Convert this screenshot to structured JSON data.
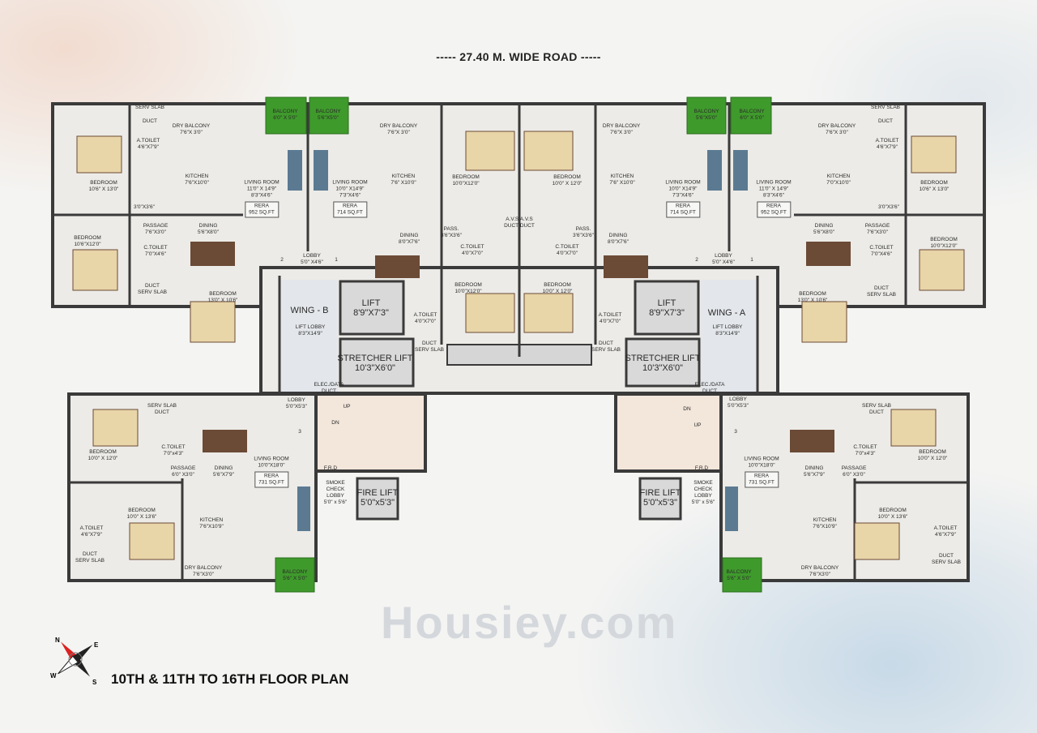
{
  "road_label": "----- 27.40 M. WIDE ROAD -----",
  "plan_title": "10TH & 11TH TO 16TH FLOOR PLAN",
  "watermark": "Housiey.com",
  "compass": {
    "n": "N",
    "e": "E",
    "s": "S",
    "w": "W"
  },
  "colors": {
    "balcony": "#3f9a2c",
    "wall": "#3a3a3a",
    "floor": "#ecebe7",
    "lift": "#d9d9d9",
    "wood": "#6b4a36",
    "bed": "#e8d5a8"
  },
  "rooms": [
    {
      "label": "SERV SLAB",
      "dim": ""
    },
    {
      "label": "DUCT",
      "dim": ""
    },
    {
      "label": "A.TOILET",
      "dim": "4'6\"X7'9\""
    },
    {
      "label": "BEDROOM",
      "dim": "10'6\" X 13'0\""
    },
    {
      "label": "DRY BALCONY",
      "dim": "7'6\"X 3'0\""
    },
    {
      "label": "KITCHEN",
      "dim": "7'6\"X10'0\""
    },
    {
      "label": "BALCONY",
      "dim": "6'0\" X 5'0\""
    },
    {
      "label": "LIVING ROOM",
      "dim": "11'0\" X 14'9\"\n8'3\"X4'6\"",
      "rera": "RERA\n952 SQ.FT"
    },
    {
      "label": "3'0\"X3'6\"",
      "dim": ""
    },
    {
      "label": "PASSAGE",
      "dim": "7'6\"X3'0\""
    },
    {
      "label": "BEDROOM",
      "dim": "10'6\"X12'0\""
    },
    {
      "label": "DINING",
      "dim": "5'6\"X8'0\""
    },
    {
      "label": "C.TOILET",
      "dim": "7'0\"X4'6\""
    },
    {
      "label": "DUCT",
      "dim": "SERV SLAB"
    },
    {
      "label": "BEDROOM",
      "dim": "13'0\" X 10'6\""
    },
    {
      "label": "LOBBY",
      "dim": "5'0\" X4'6\""
    },
    {
      "label": "BALCONY",
      "dim": "5'6\"X5'0\""
    },
    {
      "label": "DRY BALCONY",
      "dim": "7'6\"X 3'0\""
    },
    {
      "label": "KITCHEN",
      "dim": "7'6\" X10'0\""
    },
    {
      "label": "LIVING ROOM",
      "dim": "10'0\" X14'9\"\n7'3\"X4'6\"",
      "rera": "RERA\n714 SQ.FT"
    },
    {
      "label": "DINING",
      "dim": "8'0\"X7'6\""
    },
    {
      "label": "PASS.",
      "dim": "3'6\"X3'6\""
    },
    {
      "label": "BEDROOM",
      "dim": "10'0\"X12'0\""
    },
    {
      "label": "BEDROOM",
      "dim": "10'0\"X12'0\""
    },
    {
      "label": "C.TOILET",
      "dim": "4'0\"X7'0\""
    },
    {
      "label": "C.TOILET",
      "dim": "4'0\"X7'0\""
    },
    {
      "label": "A.V.S A.V.S",
      "dim": "DUCT DUCT"
    },
    {
      "label": "PASS.",
      "dim": "3'6\"X3'6\""
    },
    {
      "label": "BEDROOM",
      "dim": "10'0\" X 12'0\""
    },
    {
      "label": "BEDROOM",
      "dim": "10'0\" X 12'0\""
    },
    {
      "label": "A.TOILET",
      "dim": "4'0\"X7'0\""
    },
    {
      "label": "DUCT",
      "dim": "SERV SLAB"
    },
    {
      "label": "A.TOILET",
      "dim": "4'0\"X7'0\""
    },
    {
      "label": "DUCT",
      "dim": "SERV SLAB"
    },
    {
      "label": "DRY BALCONY",
      "dim": "7'6\"X 3'0\""
    },
    {
      "label": "KITCHEN",
      "dim": "7'6\" X10'0\""
    },
    {
      "label": "BALCONY",
      "dim": "5'6\"X5'0\""
    },
    {
      "label": "BALCONY",
      "dim": "6'0\" X 5'0\""
    },
    {
      "label": "LIVING ROOM",
      "dim": "10'0\" X14'9\"\n7'3\"X4'6\"",
      "rera": "RERA\n714 SQ.FT"
    },
    {
      "label": "LIVING ROOM",
      "dim": "11'0\" X 14'9\"\n8'3\"X4'6\"",
      "rera": "RERA\n952 SQ.FT"
    },
    {
      "label": "DINING",
      "dim": "8'0\"X7'6\""
    },
    {
      "label": "LOBBY",
      "dim": "5'0\" X4'6\""
    },
    {
      "label": "DRY BALCONY",
      "dim": "7'6\"X 3'0\""
    },
    {
      "label": "KITCHEN",
      "dim": "7'0\"X10'0\""
    },
    {
      "label": "SERV SLAB",
      "dim": ""
    },
    {
      "label": "DUCT",
      "dim": ""
    },
    {
      "label": "A.TOILET",
      "dim": "4'6\"X7'9\""
    },
    {
      "label": "BEDROOM",
      "dim": "10'6\" X 13'0\""
    },
    {
      "label": "DINING",
      "dim": "5'6\"X8'0\""
    },
    {
      "label": "PASSAGE",
      "dim": "7'6\"X3'0\""
    },
    {
      "label": "3'0\"X3'6\"",
      "dim": ""
    },
    {
      "label": "C.TOILET",
      "dim": "7'0\"X4'6\""
    },
    {
      "label": "BEDROOM",
      "dim": "10'0\"X12'0\""
    },
    {
      "label": "DUCT",
      "dim": "SERV SLAB"
    },
    {
      "label": "BEDROOM",
      "dim": "13'0\" X 10'6\""
    },
    {
      "label": "LIFT LOBBY",
      "dim": "8'3\"X14'9\""
    },
    {
      "label": "LOBBY",
      "dim": "5'0\"X5'3\""
    },
    {
      "label": "LIFT LOBBY",
      "dim": "8'3\"X14'9\""
    },
    {
      "label": "LOBBY",
      "dim": "5'0\"X5'3\""
    },
    {
      "label": "SERV SLAB",
      "dim": "DUCT"
    },
    {
      "label": "BEDROOM",
      "dim": "10'0\" X 12'0\""
    },
    {
      "label": "C.TOILET",
      "dim": "7'0\"x4'3\""
    },
    {
      "label": "PASSAGE",
      "dim": "6'0\" X3'0\""
    },
    {
      "label": "DINING",
      "dim": "5'6\"X7'9\""
    },
    {
      "label": "LIVING ROOM",
      "dim": "10'0\"X18'0\"",
      "rera": "RERA\n731 SQ.FT"
    },
    {
      "label": "BEDROOM",
      "dim": "10'0\" X 13'6\""
    },
    {
      "label": "A.TOILET",
      "dim": "4'6\"X7'9\""
    },
    {
      "label": "KITCHEN",
      "dim": "7'6\"X10'9\""
    },
    {
      "label": "DUCT",
      "dim": "SERV SLAB"
    },
    {
      "label": "DRY BALCONY",
      "dim": "7'6\"X3'0\""
    },
    {
      "label": "BALCONY",
      "dim": "5'6\" X 5'0\""
    },
    {
      "label": "SMOKE\nCHECK\nLOBBY",
      "dim": "5'0\" x 5'6\""
    },
    {
      "label": "F.R.D",
      "dim": ""
    },
    {
      "label": "SMOKE\nCHECK\nLOBBY",
      "dim": "5'0\" x 5'6\""
    },
    {
      "label": "F.R.D",
      "dim": ""
    },
    {
      "label": "LIVING ROOM",
      "dim": "10'0\"X18'0\"",
      "rera": "RERA\n731 SQ.FT"
    },
    {
      "label": "DINING",
      "dim": "5'6\"X7'9\""
    },
    {
      "label": "C.TOILET",
      "dim": "7'0\"x4'3\""
    },
    {
      "label": "PASSAGE",
      "dim": "6'0\" X3'0\""
    },
    {
      "label": "SERV SLAB",
      "dim": "DUCT"
    },
    {
      "label": "BEDROOM",
      "dim": "10'0\" X 12'0\""
    },
    {
      "label": "BEDROOM",
      "dim": "10'0\" X 13'6\""
    },
    {
      "label": "A.TOILET",
      "dim": "4'6\"X7'9\""
    },
    {
      "label": "KITCHEN",
      "dim": "7'6\"X10'9\""
    },
    {
      "label": "DUCT",
      "dim": "SERV SLAB"
    },
    {
      "label": "DRY BALCONY",
      "dim": "7'6\"X3'0\""
    },
    {
      "label": "BALCONY",
      "dim": "5'6\" X 5'0\""
    },
    {
      "label": "UP",
      "dim": ""
    },
    {
      "label": "DN",
      "dim": ""
    },
    {
      "label": "DN",
      "dim": ""
    },
    {
      "label": "UP",
      "dim": ""
    },
    {
      "label": "1",
      "dim": ""
    },
    {
      "label": "2",
      "dim": ""
    },
    {
      "label": "2",
      "dim": ""
    },
    {
      "label": "1",
      "dim": ""
    },
    {
      "label": "3",
      "dim": ""
    },
    {
      "label": "3",
      "dim": ""
    },
    {
      "label": "ELEC./DATA",
      "dim": "DUCT"
    },
    {
      "label": "ELEC./DATA",
      "dim": "DUCT"
    }
  ],
  "core": [
    {
      "label": "WING - B"
    },
    {
      "label": "LIFT",
      "dim": "8'9\"X7'3\""
    },
    {
      "label": "STRETCHER LIFT",
      "dim": "10'3\"X6'0\""
    },
    {
      "label": "WING - A"
    },
    {
      "label": "LIFT",
      "dim": "8'9\"X7'3\""
    },
    {
      "label": "STRETCHER LIFT",
      "dim": "10'3\"X6'0\""
    },
    {
      "label": "FIRE LIFT",
      "dim": "5'0\"x5'3\""
    },
    {
      "label": "FIRE LIFT",
      "dim": "5'0\"x5'3\""
    }
  ]
}
